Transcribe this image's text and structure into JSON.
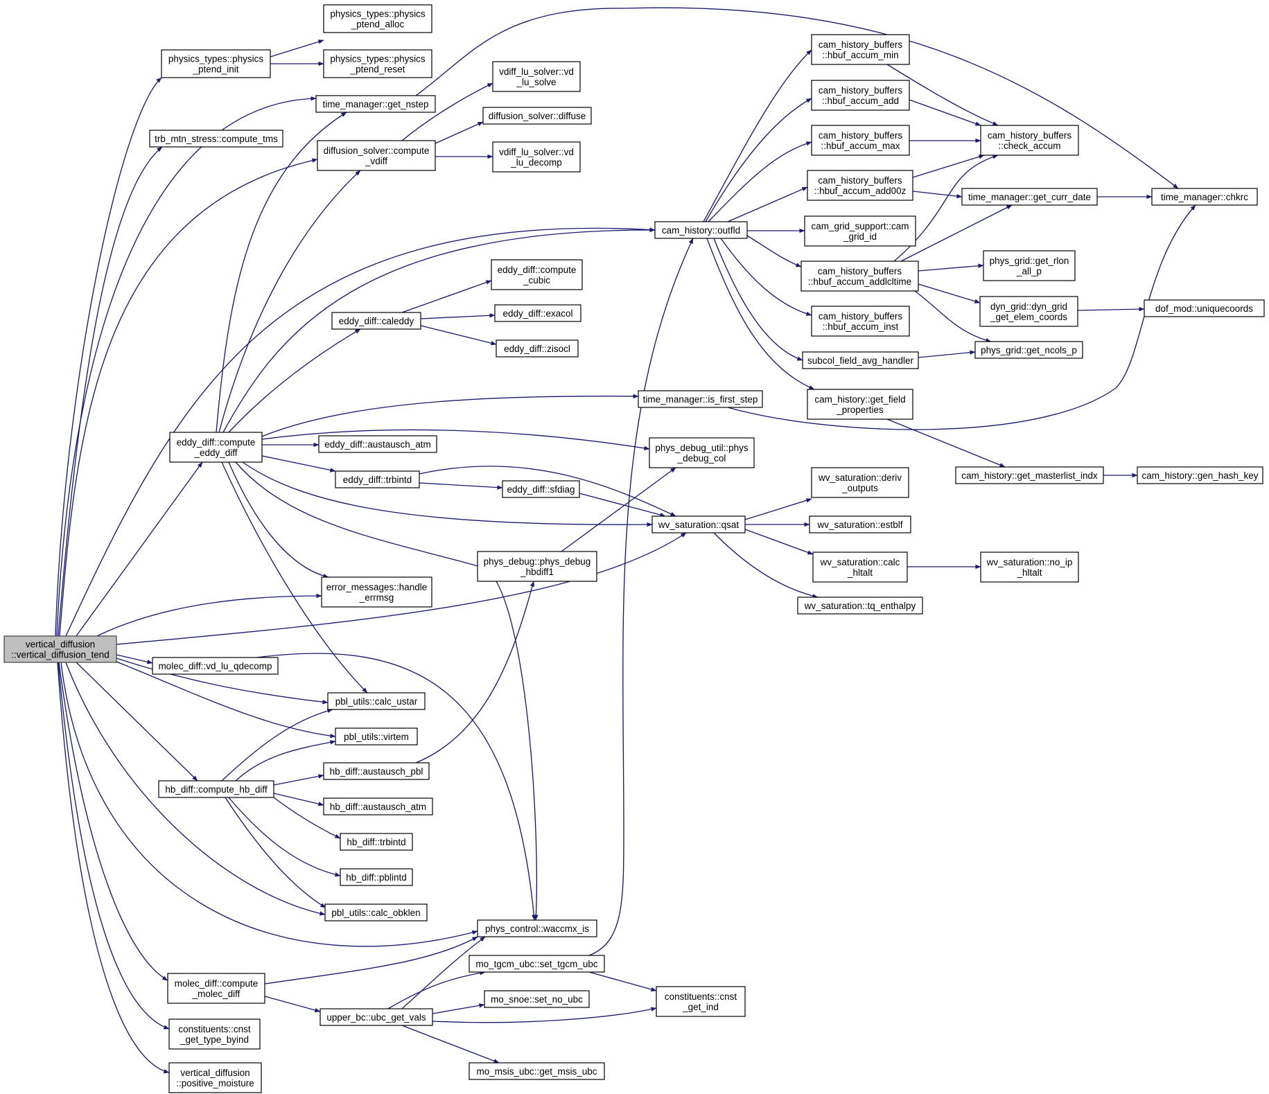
{
  "colors": {
    "edge": "#191970",
    "root_fill": "#bfbfbf",
    "node_fill": "#ffffff",
    "node_border": "#000000"
  },
  "nodes": {
    "vd_tend": [
      "vertical_diffusion",
      "::vertical_diffusion_tend"
    ],
    "ptend_init": [
      "physics_types::physics",
      "_ptend_init"
    ],
    "ptend_alloc": [
      "physics_types::physics",
      "_ptend_alloc"
    ],
    "ptend_reset": [
      "physics_types::physics",
      "_ptend_reset"
    ],
    "get_nstep": [
      "time_manager::get_nstep"
    ],
    "compute_tms": [
      "trb_mtn_stress::compute_tms"
    ],
    "compute_vdiff": [
      "diffusion_solver::compute",
      "_vdiff"
    ],
    "vd_lu_solve": [
      "vdiff_lu_solver::vd",
      "_lu_solve"
    ],
    "diffuse": [
      "diffusion_solver::diffuse"
    ],
    "vd_lu_decomp": [
      "vdiff_lu_solver::vd",
      "_lu_decomp"
    ],
    "outfld": [
      "cam_history::outfld"
    ],
    "compute_cubic": [
      "eddy_diff::compute",
      "_cubic"
    ],
    "caleddy": [
      "eddy_diff::caleddy"
    ],
    "exacol": [
      "eddy_diff::exacol"
    ],
    "zisocl": [
      "eddy_diff::zisocl"
    ],
    "compute_eddy_diff": [
      "eddy_diff::compute",
      "_eddy_diff"
    ],
    "ed_austausch_atm": [
      "eddy_diff::austausch_atm"
    ],
    "ed_trbintd": [
      "eddy_diff::trbintd"
    ],
    "sfdiag": [
      "eddy_diff::sfdiag"
    ],
    "is_first_step": [
      "time_manager::is_first_step"
    ],
    "phys_debug_col": [
      "phys_debug_util::phys",
      "_debug_col"
    ],
    "qsat": [
      "wv_saturation::qsat"
    ],
    "phys_debug_hbdiff1": [
      "phys_debug::phys_debug",
      "_hbdiff1"
    ],
    "handle_errmsg": [
      "error_messages::handle",
      "_errmsg"
    ],
    "vd_lu_qdecomp": [
      "molec_diff::vd_lu_qdecomp"
    ],
    "calc_ustar": [
      "pbl_utils::calc_ustar"
    ],
    "virtem": [
      "pbl_utils::virtem"
    ],
    "hb_austausch_pbl": [
      "hb_diff::austausch_pbl"
    ],
    "compute_hb_diff": [
      "hb_diff::compute_hb_diff"
    ],
    "hb_austausch_atm": [
      "hb_diff::austausch_atm"
    ],
    "hb_trbintd": [
      "hb_diff::trbintd"
    ],
    "pblintd": [
      "hb_diff::pblintd"
    ],
    "calc_obklen": [
      "pbl_utils::calc_obklen"
    ],
    "waccmx_is": [
      "phys_control::waccmx_is"
    ],
    "set_tgcm_ubc": [
      "mo_tgcm_ubc::set_tgcm_ubc"
    ],
    "compute_molec_diff": [
      "molec_diff::compute",
      "_molec_diff"
    ],
    "set_no_ubc": [
      "mo_snoe::set_no_ubc"
    ],
    "cnst_get_ind": [
      "constituents::cnst",
      "_get_ind"
    ],
    "ubc_get_vals": [
      "upper_bc::ubc_get_vals"
    ],
    "cnst_get_type_byind": [
      "constituents::cnst",
      "_get_type_byind"
    ],
    "get_msis_ubc": [
      "mo_msis_ubc::get_msis_ubc"
    ],
    "positive_moisture": [
      "vertical_diffusion",
      "::positive_moisture"
    ],
    "hbuf_accum_min": [
      "cam_history_buffers",
      "::hbuf_accum_min"
    ],
    "hbuf_accum_add": [
      "cam_history_buffers",
      "::hbuf_accum_add"
    ],
    "hbuf_accum_max": [
      "cam_history_buffers",
      "::hbuf_accum_max"
    ],
    "hbuf_accum_add00z": [
      "cam_history_buffers",
      "::hbuf_accum_add00z"
    ],
    "check_accum": [
      "cam_history_buffers",
      "::check_accum"
    ],
    "get_curr_date": [
      "time_manager::get_curr_date"
    ],
    "chkrc": [
      "time_manager::chkrc"
    ],
    "cam_grid_id": [
      "cam_grid_support::cam",
      "_grid_id"
    ],
    "hbuf_accum_addlcltime": [
      "cam_history_buffers",
      "::hbuf_accum_addlcltime"
    ],
    "get_rlon_all_p": [
      "phys_grid::get_rlon",
      "_all_p"
    ],
    "dyn_grid_get_elem_coords": [
      "dyn_grid::dyn_grid",
      "_get_elem_coords"
    ],
    "uniquecoords": [
      "dof_mod::uniquecoords"
    ],
    "hbuf_accum_inst": [
      "cam_history_buffers",
      "::hbuf_accum_inst"
    ],
    "subcol_field_avg_handler": [
      "subcol_field_avg_handler"
    ],
    "get_ncols_p": [
      "phys_grid::get_ncols_p"
    ],
    "get_field_properties": [
      "cam_history::get_field",
      "_properties"
    ],
    "get_masterlist_indx": [
      "cam_history::get_masterlist_indx"
    ],
    "gen_hash_key": [
      "cam_history::gen_hash_key"
    ],
    "deriv_outputs": [
      "wv_saturation::deriv",
      "_outputs"
    ],
    "estblf": [
      "wv_saturation::estblf"
    ],
    "calc_hltalt": [
      "wv_saturation::calc",
      "_hltalt"
    ],
    "no_ip_hltalt": [
      "wv_saturation::no_ip",
      "_hltalt"
    ],
    "tq_enthalpy": [
      "wv_saturation::tq_enthalpy"
    ]
  }
}
